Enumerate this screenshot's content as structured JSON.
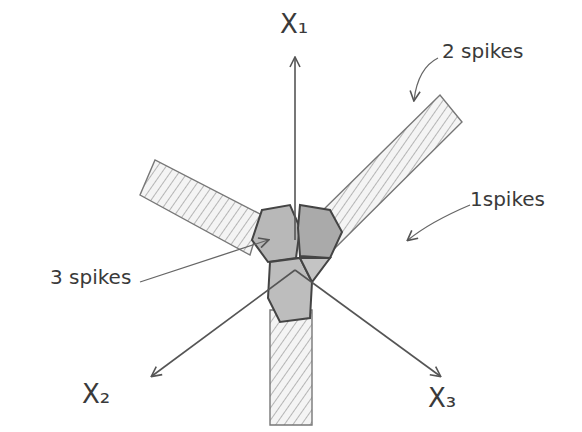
{
  "diagram": {
    "labels": [
      "X₁",
      "2 spikes",
      "1spikes",
      "3 spikes",
      "X₂",
      "X₃"
    ]
  }
}
